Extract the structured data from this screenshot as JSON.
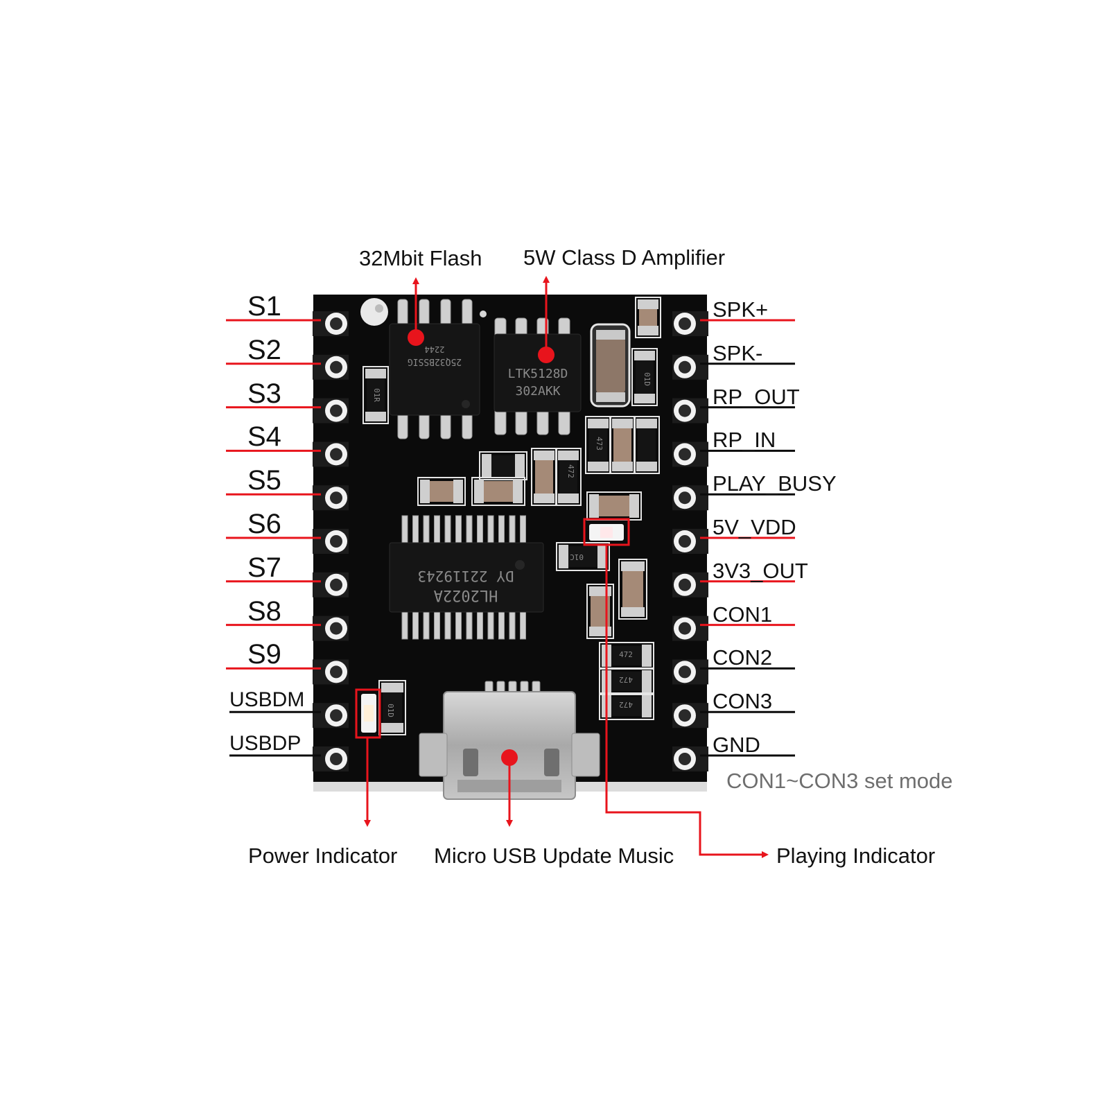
{
  "left_pins": [
    {
      "label": "S1",
      "line": "red"
    },
    {
      "label": "S2",
      "line": "red"
    },
    {
      "label": "S3",
      "line": "red"
    },
    {
      "label": "S4",
      "line": "red"
    },
    {
      "label": "S5",
      "line": "red"
    },
    {
      "label": "S6",
      "line": "red"
    },
    {
      "label": "S7",
      "line": "red"
    },
    {
      "label": "S8",
      "line": "red"
    },
    {
      "label": "S9",
      "line": "red"
    },
    {
      "label": "USBDM",
      "line": "black"
    },
    {
      "label": "USBDP",
      "line": "black"
    }
  ],
  "right_pins": [
    {
      "label": "SPK+",
      "line": "red"
    },
    {
      "label": "SPK-",
      "line": "black"
    },
    {
      "label": "RP_OUT",
      "line": "black"
    },
    {
      "label": "RP_IN",
      "line": "black"
    },
    {
      "label": "PLAY_BUSY",
      "line": "black"
    },
    {
      "label": "5V_VDD",
      "line": "red"
    },
    {
      "label": "3V3_OUT",
      "line": "red"
    },
    {
      "label": "CON1",
      "line": "red"
    },
    {
      "label": "CON2",
      "line": "black"
    },
    {
      "label": "CON3",
      "line": "black"
    },
    {
      "label": "GND",
      "line": "black"
    }
  ],
  "callouts": {
    "flash": "32Mbit Flash",
    "amplifier": "5W Class D Amplifier",
    "power_indicator": "Power Indicator",
    "usb": "Micro USB Update Music",
    "playing_indicator": "Playing Indicator"
  },
  "note": "CON1~CON3 set mode",
  "chips": {
    "flash_line1": "25Q32BSSIG",
    "flash_line2": "2244",
    "amp_line1": "LTK5128D",
    "amp_line2": "302AKK",
    "main_line1": "DY 22119243",
    "main_line2": "HL2022A"
  },
  "resistors": {
    "r1": "01R",
    "r2": "472",
    "r3": "01D",
    "r4": "01C",
    "r5": "473",
    "r6": "472",
    "r7": "472",
    "r8": "472",
    "r9": "01D"
  },
  "colors": {
    "board": "#0b0b0b",
    "accent": "#e8141c",
    "pad": "#f2f2f2",
    "metal": "#b9b9b9"
  }
}
